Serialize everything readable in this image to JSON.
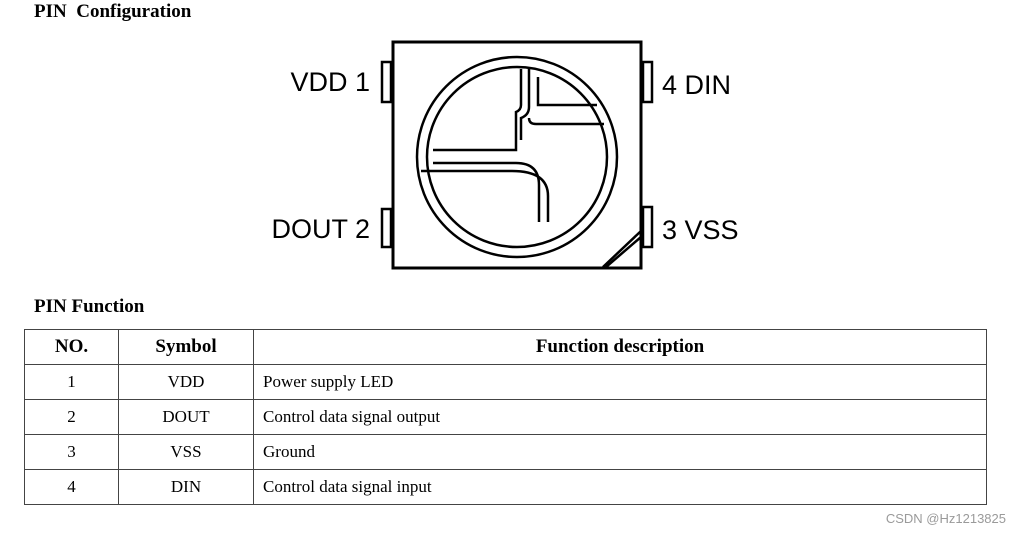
{
  "headings": {
    "config": "PIN  Configuration",
    "function": "PIN Function"
  },
  "diagram": {
    "pin1": "VDD 1",
    "pin2": "DOUT 2",
    "pin3": "3  VSS",
    "pin4": "4  DIN"
  },
  "table": {
    "headers": [
      "NO.",
      "Symbol",
      "Function description"
    ],
    "rows": [
      {
        "no": "1",
        "symbol": "VDD",
        "desc": "Power supply LED"
      },
      {
        "no": "2",
        "symbol": "DOUT",
        "desc": "Control data signal output"
      },
      {
        "no": "3",
        "symbol": "VSS",
        "desc": "Ground"
      },
      {
        "no": "4",
        "symbol": "DIN",
        "desc": "Control data signal input"
      }
    ]
  },
  "watermark": "CSDN @Hz1213825"
}
